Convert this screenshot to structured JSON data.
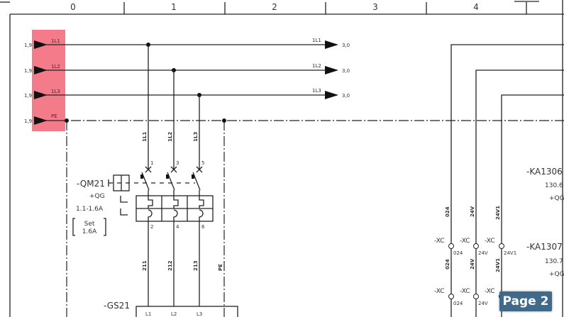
{
  "header": {
    "columns": [
      "0",
      "1",
      "2",
      "3",
      "4"
    ]
  },
  "highlight_color": "#f47c8a",
  "buses": [
    {
      "from_ref": "1,9",
      "label": "1L1",
      "to_label": "1L1",
      "to_ref": "3,0"
    },
    {
      "from_ref": "1,9",
      "label": "1L2",
      "to_label": "1L2",
      "to_ref": "3,0"
    },
    {
      "from_ref": "1,9",
      "label": "1L3",
      "to_label": "1L3",
      "to_ref": "3,0"
    },
    {
      "from_ref": "1,9",
      "label": "PE"
    }
  ],
  "breaker": {
    "tag": "-QM21",
    "location": "+QG",
    "range": "1.1-1.6A",
    "set_line1": "Set",
    "set_line2": "1.6A",
    "in_wires": [
      "1L1",
      "1L2",
      "1L3"
    ],
    "in_pins": [
      "1",
      "3",
      "5"
    ],
    "out_pins": [
      "2",
      "4",
      "6"
    ],
    "out_wires": [
      "211",
      "212",
      "213",
      "PE"
    ]
  },
  "device": {
    "tag": "-GS21",
    "pins": [
      "L1",
      "L2",
      "L3"
    ]
  },
  "terminals": {
    "tag": "-XC",
    "wires_top": [
      "024",
      "24V",
      "24V1"
    ],
    "pins": [
      "024",
      "24V",
      "24V1"
    ],
    "wires_mid": [
      "024",
      "24V",
      "24V1"
    ]
  },
  "relays": [
    {
      "tag": "-KA1306",
      "ref": "130.6",
      "location": "+QG"
    },
    {
      "tag": "-KA1307",
      "ref": "130.7",
      "location": "+QG"
    }
  ],
  "page_badge": "Page 2"
}
